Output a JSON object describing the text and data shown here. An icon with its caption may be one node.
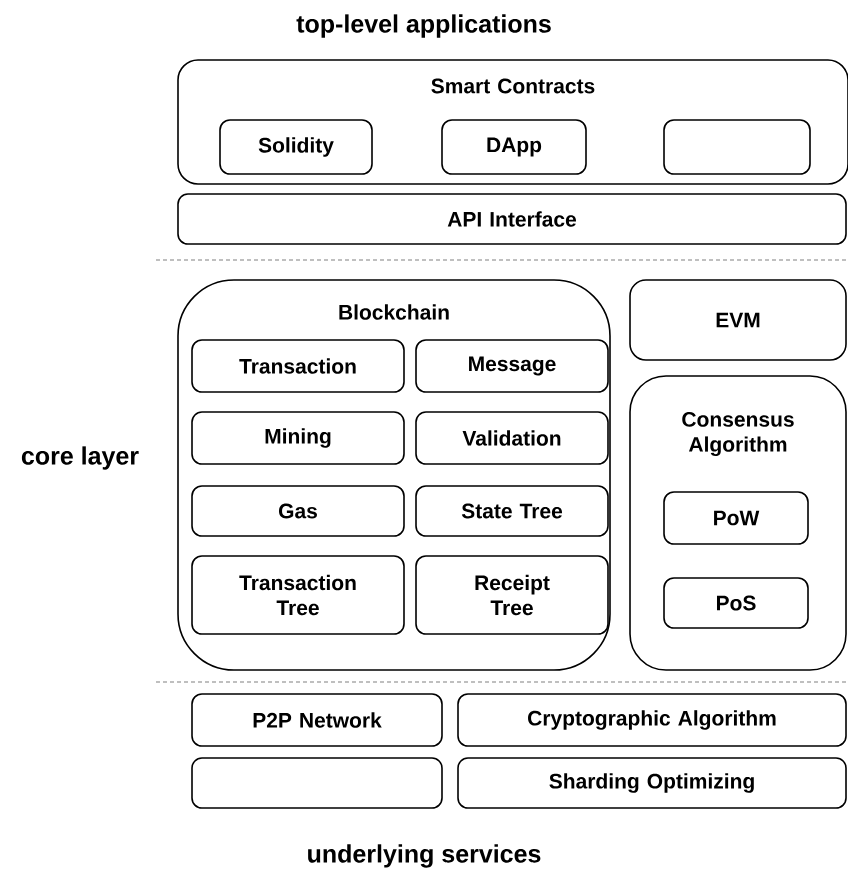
{
  "diagram": {
    "nodes": [
      {
        "text": [
          "Smart Contracts"
        ]
      },
      {
        "text": [
          "Solidity"
        ],
        "in": 0
      },
      {
        "text": [
          "DApp"
        ],
        "in": 0
      },
      {
        "text": [],
        "shape": "box",
        "in": 0
      },
      {
        "text": [
          "API Interface"
        ]
      },
      {
        "text": [
          "Blockchain"
        ]
      },
      {
        "text": [
          "Transaction"
        ],
        "in": 5
      },
      {
        "text": [
          "Message"
        ],
        "in": 5
      },
      {
        "text": [
          "Mining"
        ],
        "in": 5
      },
      {
        "text": [
          "Validation"
        ],
        "in": 5
      },
      {
        "text": [
          "Gas"
        ],
        "in": 5
      },
      {
        "text": [
          "State Tree"
        ],
        "in": 5
      },
      {
        "text": [
          "Transaction Tree"
        ],
        "in": 5
      },
      {
        "text": [
          "Receipt Tree"
        ],
        "in": 5
      },
      {
        "text": [
          "EVM"
        ]
      },
      {
        "text": [
          "Consensus Algorithm"
        ]
      },
      {
        "text": [
          "PoW"
        ],
        "in": 15
      },
      {
        "text": [
          "PoS"
        ],
        "in": 15
      },
      {
        "text": [
          "P2P Network"
        ]
      },
      {
        "text": [
          "Cryptographic Algorithm"
        ]
      },
      {
        "text": [],
        "shape": "box"
      },
      {
        "text": [
          "Sharding Optimizing"
        ]
      }
    ],
    "labels": [
      "top-level applications",
      "core layer",
      "underlying services"
    ]
  }
}
